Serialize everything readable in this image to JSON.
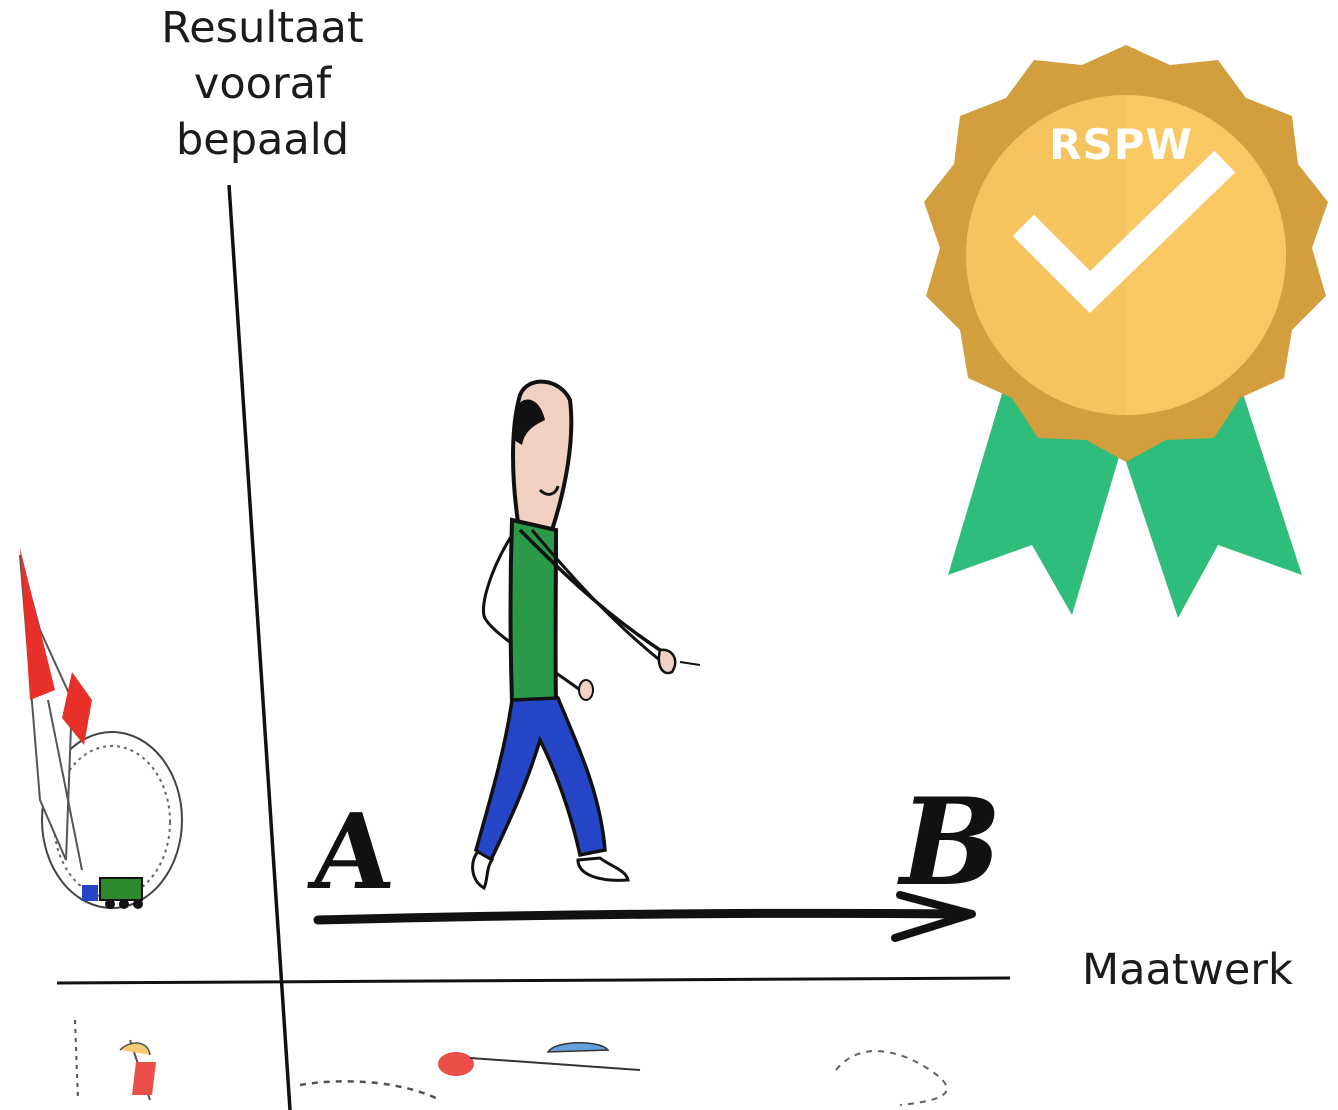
{
  "axes": {
    "y_label": "Resultaat\nvooraf\nbepaald",
    "x_label": "Maatwerk"
  },
  "journey": {
    "start": "A",
    "end": "B"
  },
  "badge": {
    "text": "RSPW",
    "colors": {
      "gold_dark": "#D29E3E",
      "gold_light": "#F5C45E",
      "ribbon": "#2EBD7A",
      "check": "#FFFFFF"
    }
  },
  "figure": {
    "colors": {
      "shirt": "#2A9A48",
      "trousers": "#2546C6",
      "skin": "#F2D1C2"
    }
  },
  "rocket": {
    "colors": {
      "fins": "#E8302A",
      "train": "#2B8A2E"
    }
  },
  "icons": [
    "walking-man-illustration",
    "rocket-illustration",
    "award-badge-icon",
    "check-icon",
    "arrow-right-icon"
  ]
}
